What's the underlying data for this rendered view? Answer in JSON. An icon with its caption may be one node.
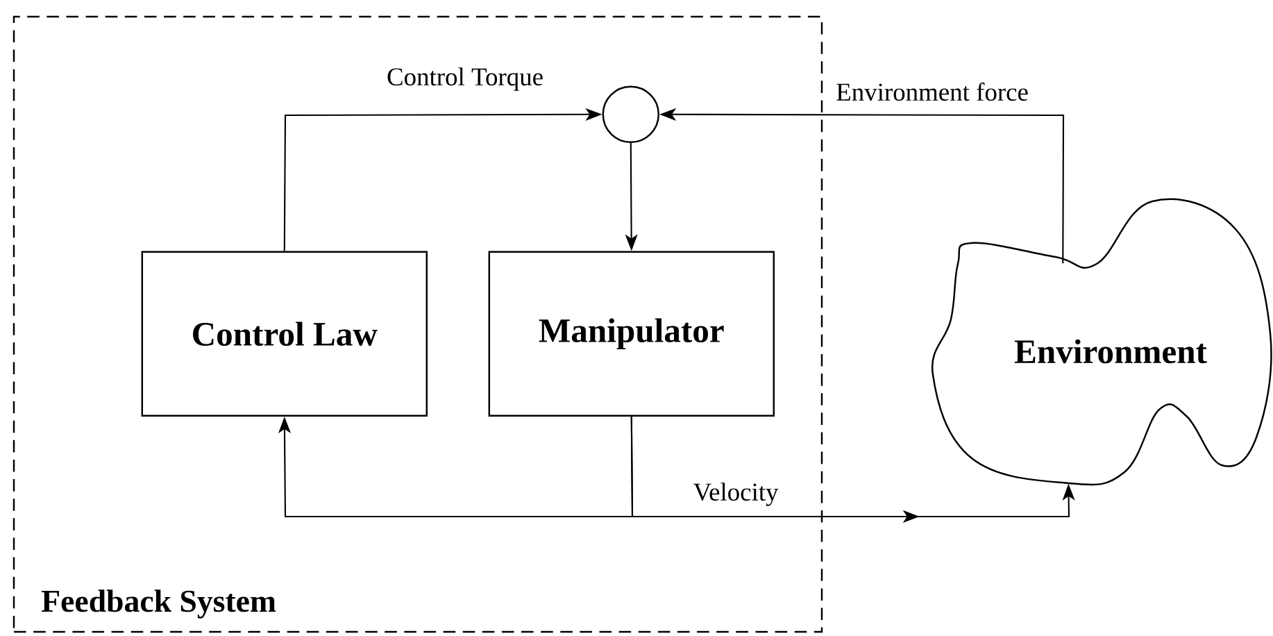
{
  "diagram": {
    "nodes": [
      {
        "text": [
          "Feedback System"
        ]
      },
      {
        "text": [
          "Control Law"
        ],
        "in": 0
      },
      {
        "text": [
          "Manipulator"
        ],
        "in": 0
      },
      {
        "text": [],
        "shape": "circle",
        "in": 0
      },
      {
        "text": [
          "Environment"
        ]
      }
    ],
    "edges": [
      {
        "from": 1,
        "to": 3,
        "arrow": "to",
        "label": "Control Torque"
      },
      {
        "from": 4,
        "to": 3,
        "arrow": "to",
        "label": "Environment force"
      },
      {
        "from": 3,
        "to": 2,
        "arrow": "to"
      },
      {
        "from": 2,
        "to": 4,
        "arrow": "to",
        "label": "Velocity"
      },
      {
        "from": 2,
        "to": 1,
        "arrow": "to"
      }
    ]
  }
}
